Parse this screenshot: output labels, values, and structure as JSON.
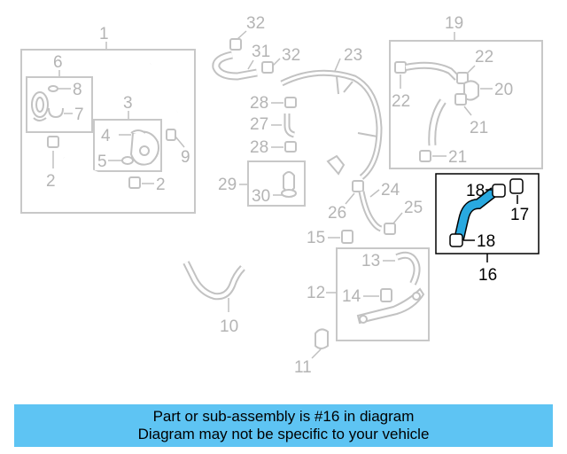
{
  "callouts": {
    "c1": "1",
    "c2a": "2",
    "c2b": "2",
    "c3": "3",
    "c4": "4",
    "c5": "5",
    "c6": "6",
    "c7": "7",
    "c8": "8",
    "c9": "9",
    "c10": "10",
    "c11": "11",
    "c12": "12",
    "c13": "13",
    "c14": "14",
    "c15": "15",
    "c16": "16",
    "c17": "17",
    "c18a": "18",
    "c18b": "18",
    "c19": "19",
    "c20": "20",
    "c21a": "21",
    "c21b": "21",
    "c22a": "22",
    "c22b": "22",
    "c23": "23",
    "c24": "24",
    "c25": "25",
    "c26": "26",
    "c27": "27",
    "c28a": "28",
    "c28b": "28",
    "c29": "29",
    "c30": "30",
    "c31": "31",
    "c32a": "32",
    "c32b": "32"
  },
  "highlight": {
    "part_color": "#29a9e0",
    "box_color": "#000000"
  },
  "footer": {
    "line1": "Part or sub-assembly is #16 in diagram",
    "line2": "Diagram may not be specific to your vehicle",
    "background": "#5ec4f3"
  }
}
